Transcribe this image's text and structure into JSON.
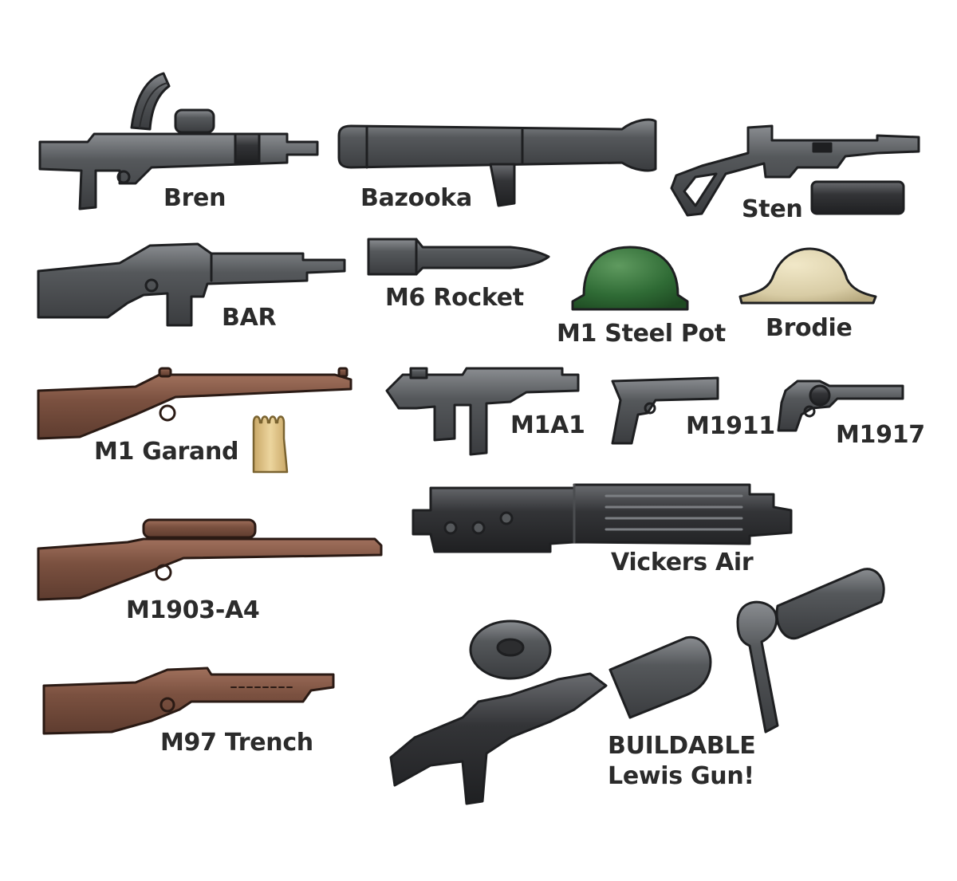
{
  "colors": {
    "gunmetal": "#4b4d50",
    "gunmetal_edge": "#1e1f21",
    "gunmetal_hi": "#7c7f83",
    "wood": "#7b5140",
    "wood_edge": "#2a1a14",
    "helmet_green": "#2f6b35",
    "helmet_khaki": "#d8cca5",
    "brass": "#dcc083",
    "black_metal": "#2c2d2f"
  },
  "items": [
    {
      "id": "bren",
      "label": "Bren",
      "icon": "bren-icon"
    },
    {
      "id": "bazooka",
      "label": "Bazooka",
      "icon": "bazooka-icon"
    },
    {
      "id": "sten",
      "label": "Sten",
      "icon": "sten-icon"
    },
    {
      "id": "bar",
      "label": "BAR",
      "icon": "bar-icon"
    },
    {
      "id": "m6-rocket",
      "label": "M6 Rocket",
      "icon": "rocket-icon"
    },
    {
      "id": "m1-steel-pot",
      "label": "M1 Steel Pot",
      "icon": "helmet-icon"
    },
    {
      "id": "brodie",
      "label": "Brodie",
      "icon": "brodie-helmet-icon"
    },
    {
      "id": "m1-garand",
      "label": "M1 Garand",
      "icon": "garand-icon"
    },
    {
      "id": "m1a1",
      "label": "M1A1",
      "icon": "thompson-icon"
    },
    {
      "id": "m1911",
      "label": "M1911",
      "icon": "pistol-icon"
    },
    {
      "id": "m1917",
      "label": "M1917",
      "icon": "revolver-icon"
    },
    {
      "id": "vickers-air",
      "label": "Vickers Air",
      "icon": "machine-gun-icon"
    },
    {
      "id": "m1903-a4",
      "label": "M1903-A4",
      "icon": "sniper-rifle-icon"
    },
    {
      "id": "m97-trench",
      "label": "M97 Trench",
      "icon": "shotgun-icon"
    }
  ],
  "lewis": {
    "line1": "BUILDABLE",
    "line2": "Lewis Gun!",
    "icon": "lewis-gun-icon"
  }
}
